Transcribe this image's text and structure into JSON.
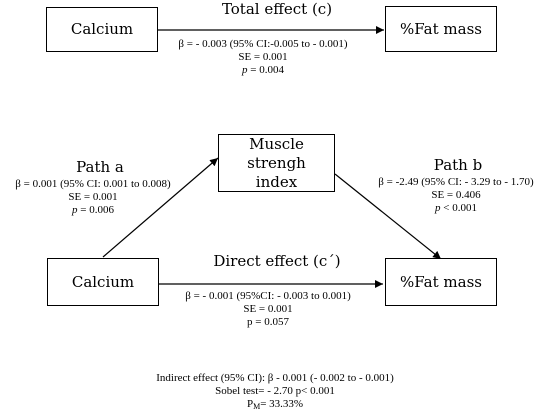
{
  "nodes": {
    "calcium_top": "Calcium",
    "fat_top": "%Fat mass",
    "mediator_line1": "Muscle strengh",
    "mediator_line2": "index",
    "calcium_bottom": "Calcium",
    "fat_bottom": "%Fat mass"
  },
  "total_effect": {
    "title": "Total effect (c)",
    "beta": "β = - 0.003 (95% CI:-0.005 to - 0.001)",
    "se": "SE = 0.001",
    "p_symbol": "p",
    "p_rest": " = 0.004"
  },
  "path_a": {
    "title": "Path a",
    "beta": "β = 0.001 (95% CI: 0.001 to 0.008)",
    "se": "SE = 0.001",
    "p_symbol": "p",
    "p_rest": " = 0.006"
  },
  "path_b": {
    "title": "Path b",
    "beta": "β = -2.49 (95% CI: - 3.29 to  - 1.70)",
    "se": "SE = 0.406",
    "p_symbol": "p",
    "p_rest": " < 0.001"
  },
  "direct_effect": {
    "title": "Direct effect (c´)",
    "beta": "β = - 0.001 (95%CI: - 0.003 to 0.001)",
    "se": "SE = 0.001",
    "p": "p = 0.057"
  },
  "summary": {
    "indirect": "Indirect effect (95% CI): β  - 0.001  (- 0.002 to - 0.001)",
    "sobel": "Sobel test= - 2.70  p< 0.001",
    "pm_base": "P",
    "pm_sub": "M",
    "pm_rest": "= 33.33%"
  },
  "colors": {
    "line": "#000000",
    "spellcheck": "#d23b3b"
  }
}
